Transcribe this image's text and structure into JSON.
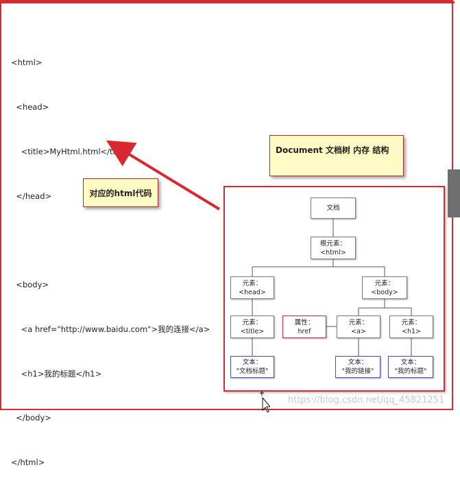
{
  "code_lines": [
    "<html>",
    "  <head>",
    "    <title>MyHtml.html</title>",
    "  </head>",
    "",
    "  <body>",
    "    <a href=\"http://www.baidu.com\">我的连接</a>",
    "    <h1>我的标题</h1>",
    "  </body>",
    "</html>"
  ],
  "notes": {
    "code_label": "对应的html代码",
    "tree_label": "Document 文档树 内存 结构"
  },
  "tree": {
    "document": "文档",
    "root_label": "根元素：",
    "root_tag": "<html>",
    "head_label": "元素：",
    "head_tag": "<head>",
    "body_label": "元素：",
    "body_tag": "<body>",
    "title_label": "元素：",
    "title_tag": "<title>",
    "attr_label": "属性：",
    "attr_value": "href",
    "a_label": "元素：",
    "a_tag": "<a>",
    "h1_label": "元素：",
    "h1_tag": "<h1>",
    "text1_label": "文本：",
    "text1_value": "\"文档标题\"",
    "text2_label": "文本：",
    "text2_value": "\"我的链接\"",
    "text3_label": "文本：",
    "text3_value": "\"我的标题\""
  },
  "watermark": "https://blog.csdn.net/qq_45821251",
  "colors": {
    "frame": "#d9282f",
    "note_bg": "#fffbc4",
    "text_node": "#4a4ad0"
  }
}
